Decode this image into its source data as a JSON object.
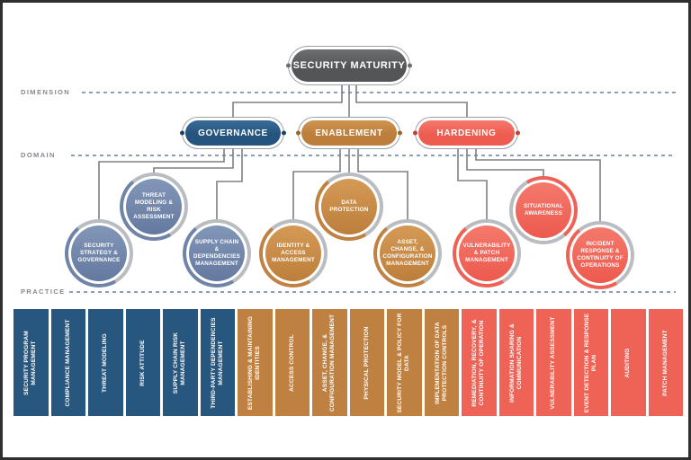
{
  "title_node": {
    "label": "SECURITY MATURITY"
  },
  "axis_labels": {
    "dimension": "DIMENSION",
    "domain": "DOMAIN",
    "practice": "PRACTICE"
  },
  "colors": {
    "root": "#58595B",
    "governance": "#27567F",
    "enablement": "#C08142",
    "hardening": "#EF6154",
    "governance_circle": "#6F84A7",
    "connector": "#7d8084",
    "dashed_line": "#8A9CC2"
  },
  "domains": [
    {
      "label": "GOVERNANCE",
      "circles": [
        {
          "label": "THREAT MODELING & RISK ASSESSMENT"
        },
        {
          "label": "SECURITY STRATEGY & GOVERNANCE"
        },
        {
          "label": "SUPPLY CHAIN & DEPENDENCIES MANAGEMENT"
        }
      ]
    },
    {
      "label": "ENABLEMENT",
      "circles": [
        {
          "label": "DATA PROTECTION"
        },
        {
          "label": "IDENTITY & ACCESS MANAGEMENT"
        },
        {
          "label": "ASSET, CHANGE, & CONFIGURATION MANAGEMENT"
        }
      ]
    },
    {
      "label": "HARDENING",
      "circles": [
        {
          "label": "SITUATIONAL AWARENESS"
        },
        {
          "label": "VULNERABILITY & PATCH MANAGEMENT"
        },
        {
          "label": "INCIDENT RESPONSE & CONTINUITY OF OPERATIONS"
        }
      ]
    }
  ],
  "practices": [
    {
      "label": "SECURITY PROGRAM MANAGEMENT",
      "group": "governance"
    },
    {
      "label": "COMPLIANCE MANAGEMENT",
      "group": "governance"
    },
    {
      "label": "THREAT MODELING",
      "group": "governance"
    },
    {
      "label": "RISK ATTITUDE",
      "group": "governance"
    },
    {
      "label": "SUPPLY CHAIN RISK MANAGEMENT",
      "group": "governance"
    },
    {
      "label": "THIRD-PARTY DEPENDENCIES MANAGEMENT",
      "group": "governance"
    },
    {
      "label": "ESTABLISHING & MAINTAINING IDENTITIES",
      "group": "enablement"
    },
    {
      "label": "ACCESS CONTROL",
      "group": "enablement"
    },
    {
      "label": "ASSET, CHANGE, & CONFIGURATION MANAGEMENT",
      "group": "enablement"
    },
    {
      "label": "PHYSICAL PROTECTION",
      "group": "enablement"
    },
    {
      "label": "SECURITY MODEL & POLICY FOR DATA",
      "group": "enablement"
    },
    {
      "label": "IMPLEMENTATION OF DATA PROTECTION CONTROLS",
      "group": "enablement"
    },
    {
      "label": "REMEDIATION, RECOVERY, & CONTINUITY OF OPERATION",
      "group": "hardening"
    },
    {
      "label": "INFORMATION SHARING & COMMUNICATION",
      "group": "hardening"
    },
    {
      "label": "VULNERABILITY ASSESSMENT",
      "group": "hardening"
    },
    {
      "label": "EVENT DETECTION & RESPONSE PLAN",
      "group": "hardening"
    },
    {
      "label": "AUDITING",
      "group": "hardening"
    },
    {
      "label": "PATCH MANAGEMENT",
      "group": "hardening"
    }
  ]
}
